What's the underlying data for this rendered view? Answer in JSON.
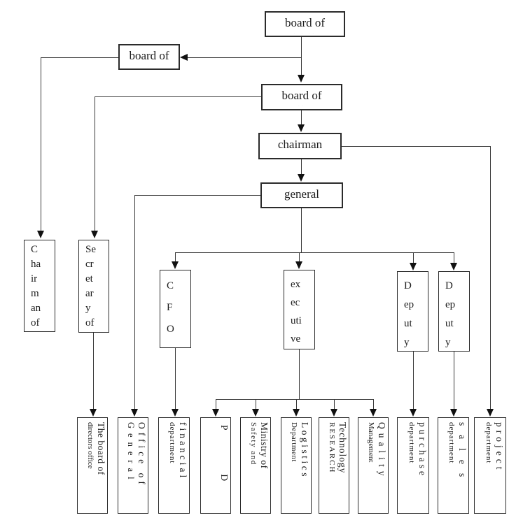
{
  "nodes": {
    "board1": {
      "label": "board of",
      "sub": ". . .."
    },
    "board2": {
      "label": "board of",
      "sub": "."
    },
    "board3": {
      "label": "board of",
      "sub": ".."
    },
    "chairman": {
      "label": "chairman"
    },
    "general": {
      "label": "general"
    },
    "chairman_of": {
      "lines": [
        "C",
        "ha",
        "ir",
        "m",
        "an",
        "of"
      ]
    },
    "secretary_of": {
      "lines": [
        "Se",
        "cr",
        "et",
        "ar",
        "y",
        "of"
      ]
    },
    "cfo": {
      "lines": [
        "C",
        "F",
        "O"
      ]
    },
    "executive": {
      "lines": [
        "ex",
        "ec",
        "uti",
        "ve"
      ]
    },
    "deputy1": {
      "lines": [
        "D",
        "ep",
        "ut",
        "y"
      ]
    },
    "deputy2": {
      "lines": [
        "D",
        "ep",
        "ut",
        "y"
      ]
    },
    "dept_board_office": {
      "line1": "The board of",
      "line2": "directors office"
    },
    "dept_office_general": {
      "line1": "Office of",
      "line2": "General"
    },
    "dept_financial": {
      "line1": "financial",
      "line2": "department"
    },
    "dept_pd": {
      "text": "P D"
    },
    "dept_ministry": {
      "line1": "Ministry of",
      "line2": "Safety and"
    },
    "dept_logistics": {
      "line1": "Logistics",
      "line2": "Department"
    },
    "dept_technology": {
      "line1": "Technology",
      "line2": "RESEARCH"
    },
    "dept_quality": {
      "line1": "Quality",
      "line2": "Management"
    },
    "dept_purchase": {
      "line1": "purchase",
      "line2": "department"
    },
    "dept_sales": {
      "line1": "sales",
      "line2": "department"
    },
    "dept_project": {
      "line1": "project",
      "line2": "department"
    }
  },
  "colors": {
    "line": "#3a3a3a",
    "border": "#2b2b2b",
    "background": "#ffffff",
    "text": "#1c1c1c"
  }
}
